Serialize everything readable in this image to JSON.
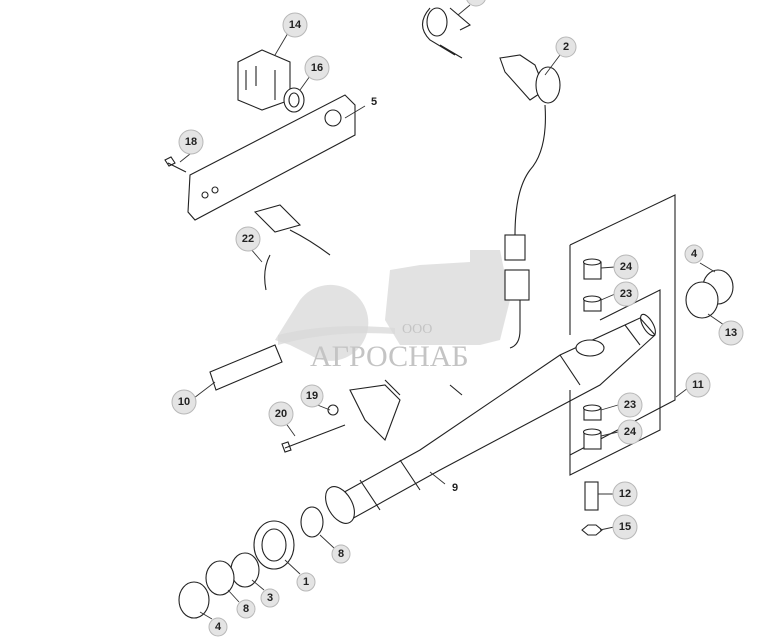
{
  "diagram": {
    "callouts": [
      {
        "id": "c14",
        "label": "14"
      },
      {
        "id": "c16",
        "label": "16"
      },
      {
        "id": "c5",
        "label": "5"
      },
      {
        "id": "c18",
        "label": "18"
      },
      {
        "id": "c2",
        "label": "2"
      },
      {
        "id": "c22",
        "label": "22"
      },
      {
        "id": "c24a",
        "label": "24"
      },
      {
        "id": "c23a",
        "label": "23"
      },
      {
        "id": "c4a",
        "label": "4"
      },
      {
        "id": "c13",
        "label": "13"
      },
      {
        "id": "c11",
        "label": "11"
      },
      {
        "id": "c10",
        "label": "10"
      },
      {
        "id": "c19",
        "label": "19"
      },
      {
        "id": "c20",
        "label": "20"
      },
      {
        "id": "c23b",
        "label": "23"
      },
      {
        "id": "c24b",
        "label": "24"
      },
      {
        "id": "c9",
        "label": "9"
      },
      {
        "id": "c12",
        "label": "12"
      },
      {
        "id": "c15",
        "label": "15"
      },
      {
        "id": "c8a",
        "label": "8"
      },
      {
        "id": "c1",
        "label": "1"
      },
      {
        "id": "c3",
        "label": "3"
      },
      {
        "id": "c8b",
        "label": "8"
      },
      {
        "id": "c4b",
        "label": "4"
      }
    ]
  },
  "watermark": {
    "prefix": "ООО",
    "name": "АГРОСНАБ"
  },
  "colors": {
    "callout_fill": "#e4e4e4",
    "line": "#222222",
    "watermark": "#c4c4c4"
  }
}
